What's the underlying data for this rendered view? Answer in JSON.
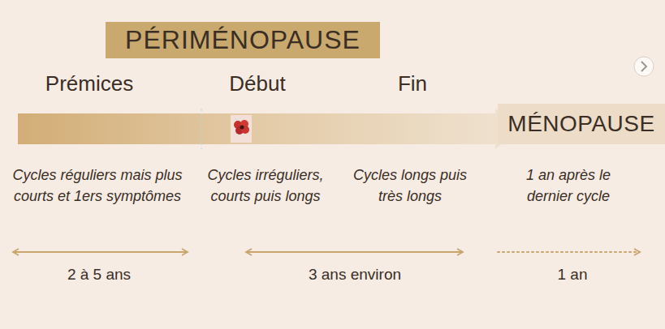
{
  "diagram": {
    "nodes": [
      {
        "text": [
          "PÉRIMÉNOPAUSE"
        ]
      },
      {
        "text": [
          "MÉNOPAUSE"
        ]
      }
    ],
    "labels": [
      "Prémices",
      "Début",
      "Fin",
      "Cycles réguliers mais plus courts et 1ers symptômes",
      "Cycles irréguliers, courts puis longs",
      "Cycles longs puis très longs",
      "1 an après le dernier cycle",
      "2 à 5 ans",
      "3 ans environ",
      "1 an"
    ]
  }
}
